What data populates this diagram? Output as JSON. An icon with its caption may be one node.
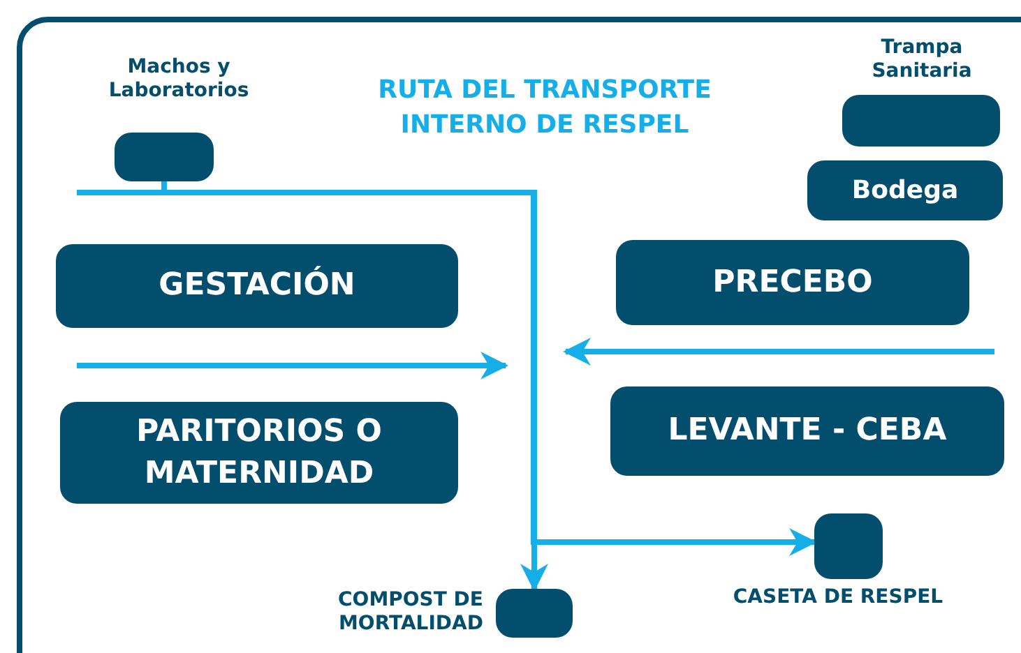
{
  "diagram": {
    "title": "RUTA DEL TRANSPORTE INTERNO DE RESPEL",
    "nodes": [
      {
        "text": [
          "Machos y Laboratorios"
        ]
      },
      {
        "text": [
          "Trampa Sanitaria"
        ]
      },
      {
        "text": [
          "Bodega"
        ]
      },
      {
        "text": [
          "GESTACIÓN"
        ]
      },
      {
        "text": [
          "PRECEBO"
        ]
      },
      {
        "text": [
          "PARITORIOS O MATERNIDAD"
        ]
      },
      {
        "text": [
          "LEVANTE - CEBA"
        ]
      },
      {
        "text": [
          "COMPOST DE MORTALIDAD"
        ]
      },
      {
        "text": [
          "CASETA DE RESPEL"
        ]
      }
    ],
    "edges": [
      {
        "from": 0,
        "to": 7,
        "arrow": "to"
      },
      {
        "from": 0,
        "to": 8,
        "arrow": "to"
      }
    ]
  }
}
